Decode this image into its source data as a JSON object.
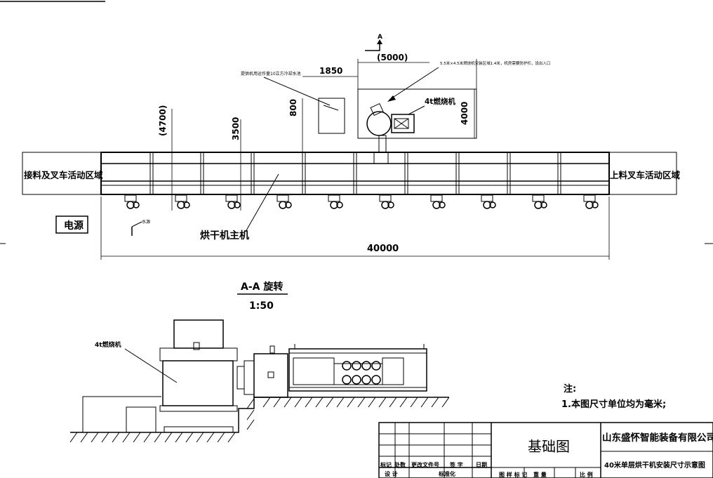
{
  "section_marker": "A",
  "plan": {
    "left_zone_label": "接料及叉车活动区域",
    "right_zone_label": "上料叉车活动区域",
    "power_label": "电源",
    "water_label": "水源",
    "main_machine_label": "烘干机主机",
    "tank_note": "提供机用运作量10立方冷却水池",
    "burner_note": "5.5米×4.5米燃烧机安装区域1.4米，机房需要防护栏，设出入口",
    "burner_label": "4t燃烧机",
    "dims": {
      "burner_area_width": "(5000)",
      "tank_offset": "1850",
      "height_4700": "(4700)",
      "height_3500": "3500",
      "height_800": "800",
      "height_4000": "4000",
      "total_length": "40000"
    }
  },
  "section_view": {
    "title": "A-A 旋转",
    "scale": "1:50",
    "burner_label": "4t燃烧机"
  },
  "notes": {
    "heading": "注:",
    "item1": "1.本图尺寸单位均为毫米;"
  },
  "title_block": {
    "drawing_title": "基础图",
    "company": "山东盛怀智能装备有限公司",
    "description": "40米单层烘干机安装尺寸示意图",
    "header_row": [
      "标记",
      "处数",
      "更改文件号",
      "签 字",
      "日期"
    ],
    "row2": [
      "设 计",
      "标准化"
    ],
    "fields": [
      "图 样 标 记",
      "重 量",
      "比 例"
    ]
  }
}
